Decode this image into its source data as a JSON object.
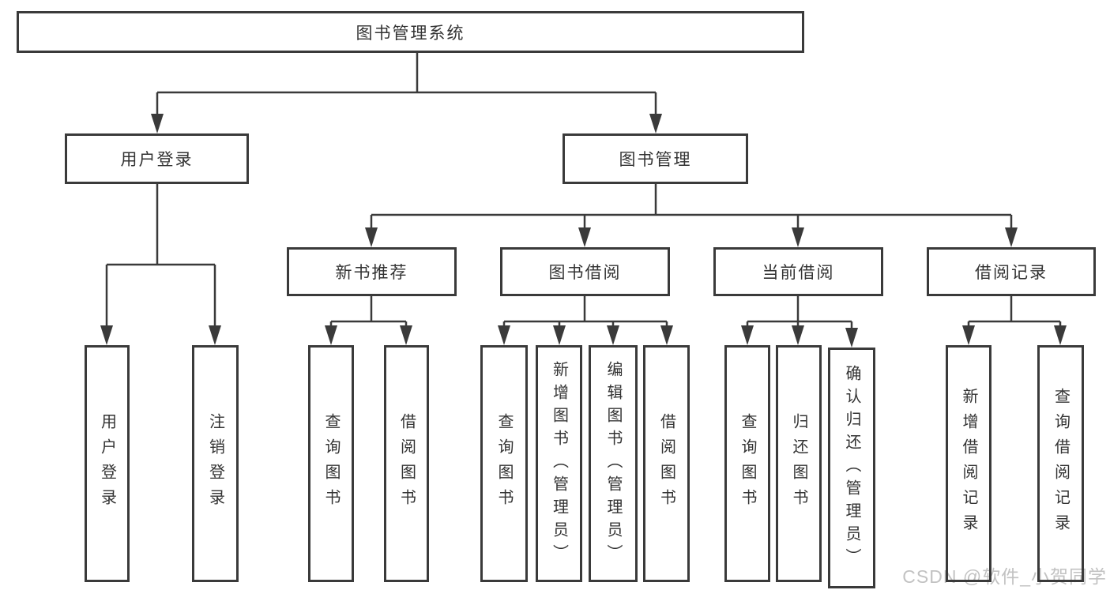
{
  "title": "图书管理系统",
  "watermark": "CSDN @软件_小贺同学",
  "colors": {
    "line": "#3a3a3a",
    "text": "#333333",
    "box_background": "#ffffff",
    "watermark": "#c2c2c2"
  },
  "tree": {
    "label": "图书管理系统",
    "children": [
      {
        "label": "用户登录",
        "children": [
          {
            "label": "用户登录"
          },
          {
            "label": "注销登录"
          }
        ]
      },
      {
        "label": "图书管理",
        "children": [
          {
            "label": "新书推荐",
            "children": [
              {
                "label": "查询图书"
              },
              {
                "label": "借阅图书"
              }
            ]
          },
          {
            "label": "图书借阅",
            "children": [
              {
                "label": "查询图书"
              },
              {
                "label": "新增图书（管理员）"
              },
              {
                "label": "编辑图书（管理员）"
              },
              {
                "label": "借阅图书"
              }
            ]
          },
          {
            "label": "当前借阅",
            "children": [
              {
                "label": "查询图书"
              },
              {
                "label": "归还图书"
              },
              {
                "label": "确认归还（管理员）"
              }
            ]
          },
          {
            "label": "借阅记录",
            "children": [
              {
                "label": "新增借阅记录"
              },
              {
                "label": "查询借阅记录"
              }
            ]
          }
        ]
      }
    ]
  }
}
